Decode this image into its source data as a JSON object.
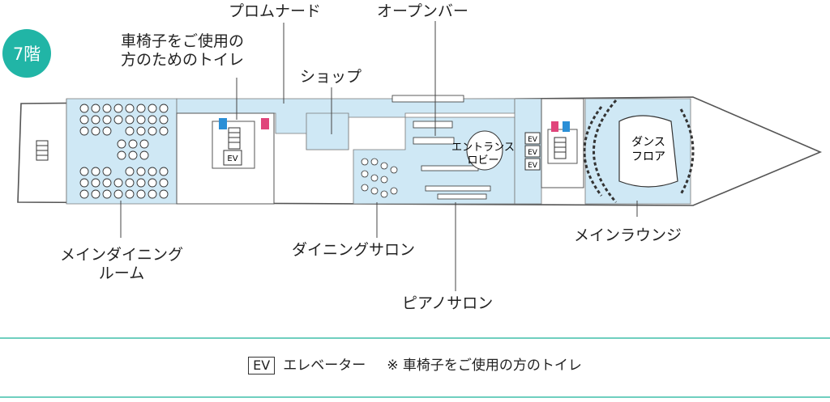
{
  "deck": "7階",
  "labels": {
    "promenade": "プロムナード",
    "open_bar": "オープンバー",
    "accessible_toilet": [
      "車椅子をご使用の",
      "方のためのトイレ"
    ],
    "shop": "ショップ",
    "main_dining": [
      "メインダイニング",
      "ルーム"
    ],
    "dining_salon": "ダイニングサロン",
    "piano_salon": "ピアノサロン",
    "main_lounge": "メインラウンジ",
    "entrance_lobby": [
      "エントランス",
      "ロビー"
    ],
    "dance_floor": [
      "ダンス",
      "フロア"
    ]
  },
  "elevator_tag": "EV",
  "legend": {
    "ev_key": "EV",
    "ev_text": "エレベーター",
    "toilet_text": "※ 車椅子をご使用の方のトイレ"
  },
  "colors": {
    "deck_badge": "#21b5a6",
    "floor": "#cfe8f5",
    "outline": "#555555",
    "rule": "#6fcfbf",
    "ladies": "#e0457b",
    "gents": "#2b8fd6"
  }
}
